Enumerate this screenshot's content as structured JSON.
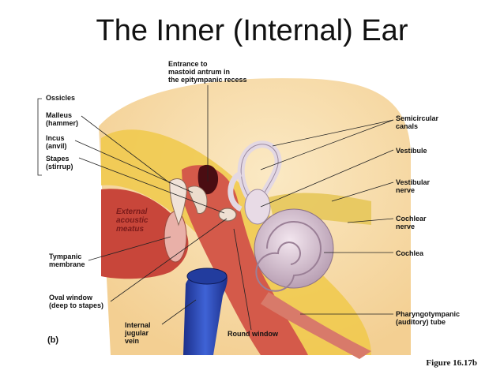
{
  "title": "The Inner (Internal) Ear",
  "part_label": "(b)",
  "figure_ref": "Figure 16.17b",
  "labels": {
    "entrance": "Entrance to\nmastoid antrum in\nthe epitympanic recess",
    "ossicles": "Ossicles",
    "malleus": "Malleus\n(hammer)",
    "incus": "Incus\n(anvil)",
    "stapes": "Stapes\n(stirrup)",
    "external_meatus": "External\nacoustic\nmeatus",
    "tympanic": "Tympanic\nmembrane",
    "oval_window": "Oval window\n(deep to stapes)",
    "jugular": "Internal\njugular\nvein",
    "round_window": "Round window",
    "semicircular": "Semicircular\ncanals",
    "vestibule": "Vestibule",
    "vestibular_nerve": "Vestibular\nnerve",
    "cochlear_nerve": "Cochlear\nnerve",
    "cochlea": "Cochlea",
    "pharyngotympanic": "Pharyngotympanic\n(auditory) tube"
  }
}
